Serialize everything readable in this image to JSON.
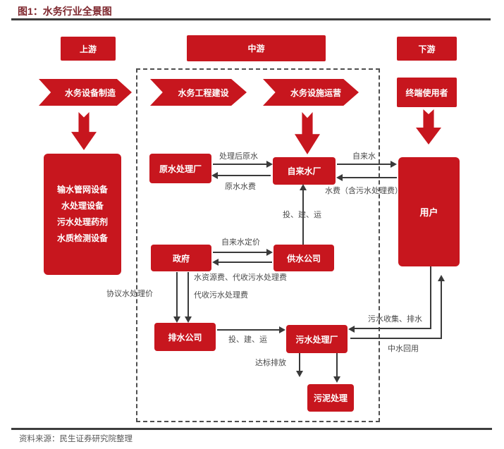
{
  "figure": {
    "title": "图1：水务行业全景图",
    "source": "资料来源：民生证券研究院整理"
  },
  "colors": {
    "primary_red": "#C7161E",
    "title_red": "#7E262D",
    "rule_gray": "#3D3D3D",
    "connector": "#3A3A3A",
    "label_gray": "#4A4A4A"
  },
  "stages": {
    "upstream": "上游",
    "midstream": "中游",
    "downstream": "下游"
  },
  "banners": {
    "equipment_mfg": "水务设备制造",
    "engineering": "水务工程建设",
    "facility_ops": "水务设施运营"
  },
  "nodes": {
    "end_user_header": "终端使用者",
    "equipment_items": [
      "输水管网设备",
      "水处理设备",
      "污水处理药剂",
      "水质检测设备"
    ],
    "raw_water_plant": "原水处理厂",
    "tap_water_plant": "自来水厂",
    "government": "政府",
    "water_supply_co": "供水公司",
    "drainage_co": "排水公司",
    "sewage_plant": "污水处理厂",
    "sludge_treatment": "污泥处理",
    "user": "用户"
  },
  "flows": {
    "treated_raw_water": "处理后原水",
    "raw_water_fee": "原水水费",
    "tap_water": "自来水",
    "water_fee_incl": "水费（含污水处理费）",
    "ibo_supply": "投、建、运",
    "tap_water_pricing": "自来水定价",
    "resource_and_sewage_fee": "水资源费、代收污水处理费",
    "agreement_treatment_price": "协议水处理价",
    "collected_sewage_fee": "代收污水处理费",
    "ibo_drainage": "投、建、运",
    "standard_discharge": "达标排放",
    "sewage_collection_drainage": "污水收集、排水",
    "reclaimed_water_reuse": "中水回用"
  }
}
